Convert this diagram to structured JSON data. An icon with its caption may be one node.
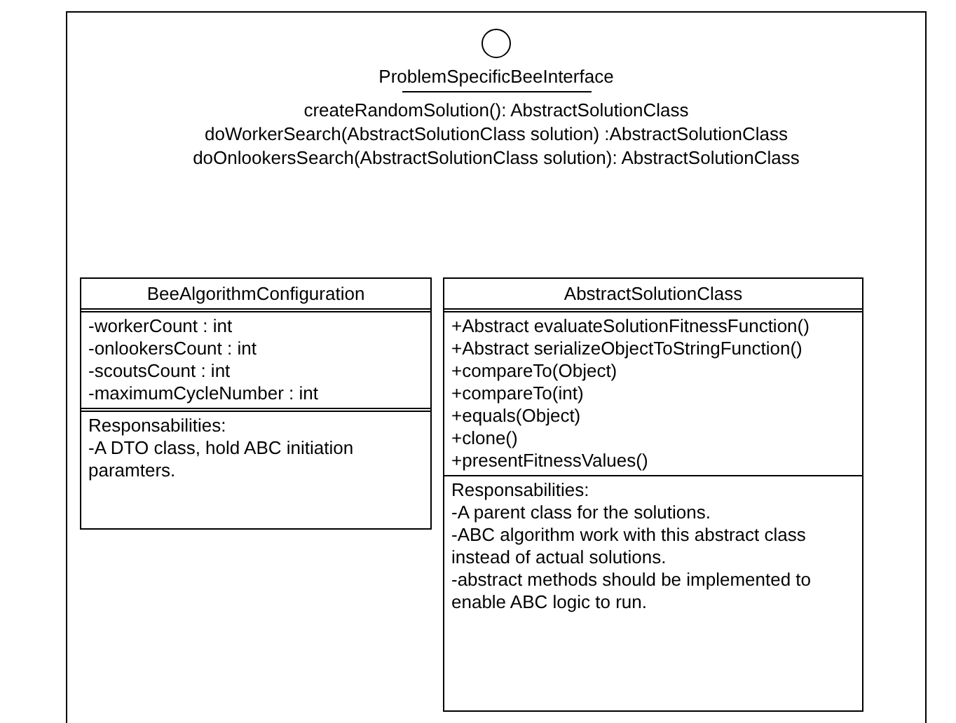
{
  "diagram": {
    "nodes": [
      {
        "text": [
          "ProblemSpecificBeeInterface",
          "createRandomSolution(): AbstractSolutionClass",
          "doWorkerSearch(AbstractSolutionClass solution) :AbstractSolutionClass",
          "doOnlookersSearch(AbstractSolutionClass solution): AbstractSolutionClass"
        ]
      },
      {
        "text": [
          "BeeAlgorithmConfiguration",
          "-workerCount : int",
          "-onlookersCount : int",
          "-scoutsCount : int",
          "-maximumCycleNumber : int",
          "Responsabilities:",
          "-A DTO class, hold ABC initiation paramters."
        ]
      },
      {
        "text": [
          "AbstractSolutionClass",
          "+Abstract evaluateSolutionFitnessFunction()",
          "+Abstract serializeObjectToStringFunction()",
          "+compareTo(Object)",
          "+compareTo(int)",
          "+equals(Object)",
          "+clone()",
          "+presentFitnessValues()",
          "Responsabilities:",
          "-A parent class for the solutions.",
          "-ABC algorithm work with this abstract class instead of actual solutions.",
          "-abstract methods should be implemented to enable ABC logic to run."
        ]
      }
    ]
  }
}
